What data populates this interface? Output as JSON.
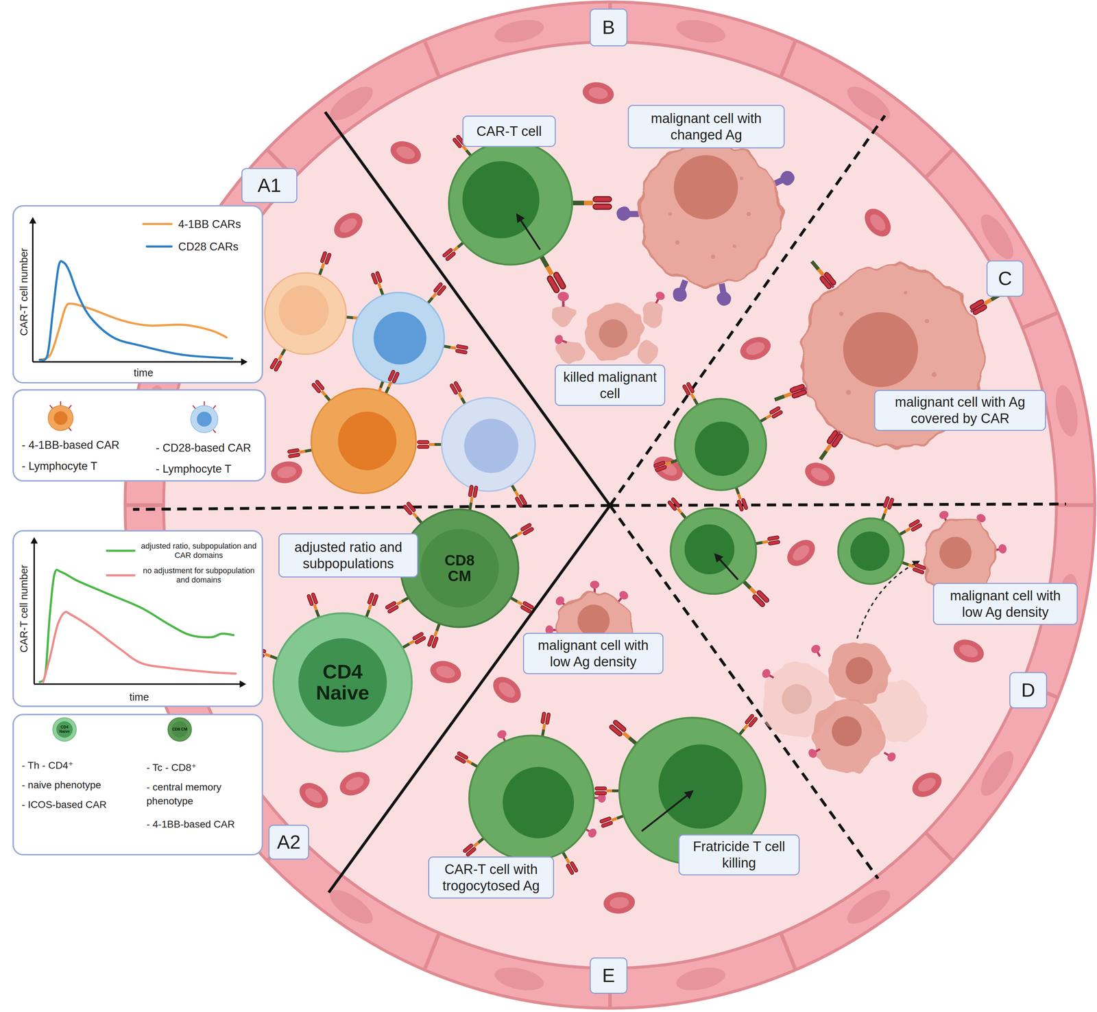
{
  "diagram": {
    "nodes": [
      {
        "text": [
          "B"
        ]
      },
      {
        "text": [
          "CAR-T cell"
        ]
      },
      {
        "text": [
          "malignant cell with changed Ag"
        ]
      },
      {
        "text": [
          "A1"
        ]
      },
      {
        "text": [
          "CAR-T cell number",
          "time"
        ]
      },
      {
        "text": [
          "C"
        ]
      },
      {
        "text": [
          "killed malignant cell"
        ]
      },
      {
        "text": [
          "- 4-1BB-based CAR",
          "- Lymphocyte T",
          "- CD28-based CAR",
          "- Lymphocyte T"
        ]
      },
      {
        "text": [
          "malignant cell with Ag covered by CAR"
        ]
      },
      {
        "text": [
          "adjusted ratio and subpopulations"
        ]
      },
      {
        "text": [
          "CAR-T cell number",
          "time"
        ]
      },
      {
        "text": [
          "CD8 CM"
        ]
      },
      {
        "text": [
          "malignant cell with low Ag density"
        ]
      },
      {
        "text": [
          "malignant cell with low Ag density"
        ]
      },
      {
        "text": [
          "CD4 Naive"
        ]
      },
      {
        "text": [
          "D"
        ]
      },
      {
        "text": [
          "- Th - CD4⁺",
          "- naive phenotype",
          "- ICOS-based CAR",
          "- Tc - CD8⁺",
          "- central memory phenotype",
          "- 4-1BB-based CAR"
        ]
      },
      {
        "text": [
          "CD4 Naive"
        ],
        "in": 16
      },
      {
        "text": [
          "CD8 CM"
        ],
        "in": 16
      },
      {
        "text": [
          "Fratricide T cell killing"
        ]
      },
      {
        "text": [
          "CAR-T cell with trogocytosed Ag"
        ]
      },
      {
        "text": [
          "A2"
        ]
      },
      {
        "text": [
          "E"
        ]
      }
    ],
    "legend": [
      {
        "text": "4-1BB CARs"
      },
      {
        "text": "CD28 CARs"
      },
      {
        "text": "adjusted ratio, subpopulation and CAR domains"
      },
      {
        "text": "no adjustment for subpopulation and domains"
      }
    ]
  }
}
